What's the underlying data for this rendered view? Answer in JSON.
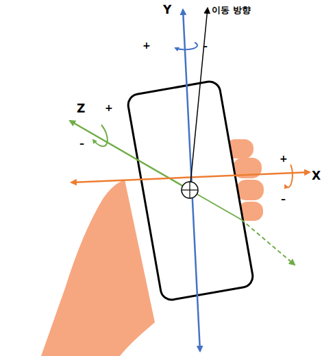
{
  "diagram": {
    "labels": [
      "Y",
      "이동 방향",
      "+",
      "–",
      "Z",
      "+",
      "–",
      "+",
      "X",
      "–"
    ]
  }
}
